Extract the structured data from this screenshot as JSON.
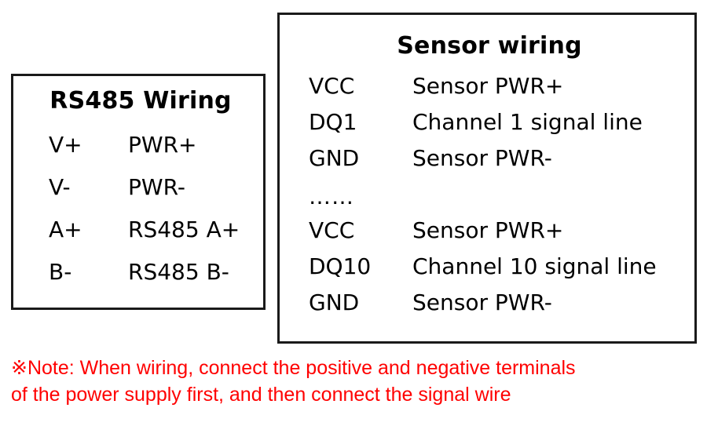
{
  "diagram": {
    "title_color": "#000000",
    "border_color": "#1a1a1a",
    "note_color": "#ff0000",
    "background": "#ffffff"
  },
  "rs485": {
    "title": "RS485 Wiring",
    "rows": [
      {
        "terminal": "V+",
        "description": "PWR+"
      },
      {
        "terminal": "V-",
        "description": "PWR-"
      },
      {
        "terminal": "A+",
        "description": "RS485 A+"
      },
      {
        "terminal": "B-",
        "description": "RS485 B-"
      }
    ]
  },
  "sensor": {
    "title": "Sensor wiring",
    "rows_top": [
      {
        "terminal": "VCC",
        "description": "Sensor PWR+"
      },
      {
        "terminal": "DQ1",
        "description": "Channel 1 signal line"
      },
      {
        "terminal": "GND",
        "description": "Sensor PWR-"
      }
    ],
    "ellipsis": "……",
    "rows_bottom": [
      {
        "terminal": "VCC",
        "description": "Sensor PWR+"
      },
      {
        "terminal": "DQ10",
        "description": "Channel 10 signal line"
      },
      {
        "terminal": "GND",
        "description": "Sensor PWR-"
      }
    ]
  },
  "note": {
    "line1": "※Note: When wiring, connect the positive and negative terminals",
    "line2": "of the power supply first, and then connect the signal wire"
  }
}
